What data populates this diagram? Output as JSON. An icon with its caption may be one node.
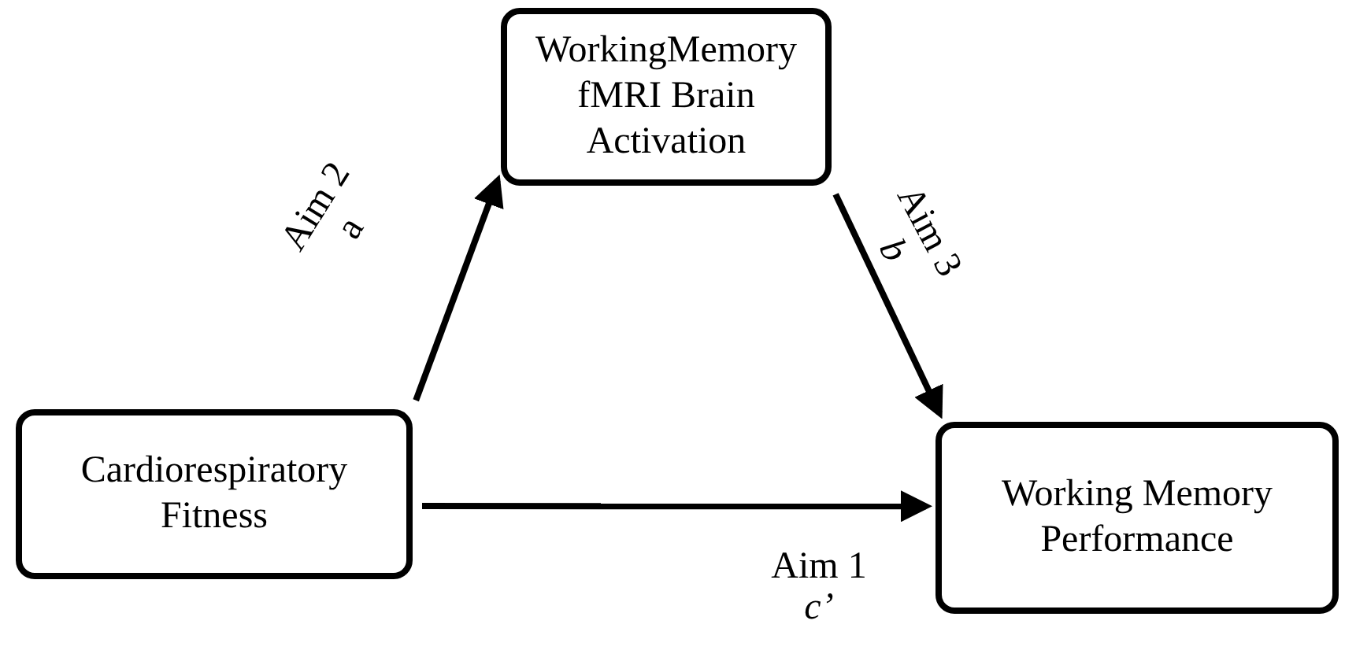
{
  "diagram": {
    "nodes": [
      {
        "text": [
          "WorkingMemory fMRI Brain Activation"
        ]
      },
      {
        "text": [
          "Cardiorespiratory Fitness"
        ]
      },
      {
        "text": [
          "Working Memory Performance"
        ]
      }
    ],
    "edges": [
      {
        "from": 1,
        "to": 0,
        "arrow": "to",
        "label": "Aim 2 a"
      },
      {
        "from": 0,
        "to": 2,
        "arrow": "to",
        "label": "Aim 3 *b*"
      },
      {
        "from": 1,
        "to": 2,
        "arrow": "to",
        "label": "Aim 1 *c’*"
      }
    ]
  }
}
